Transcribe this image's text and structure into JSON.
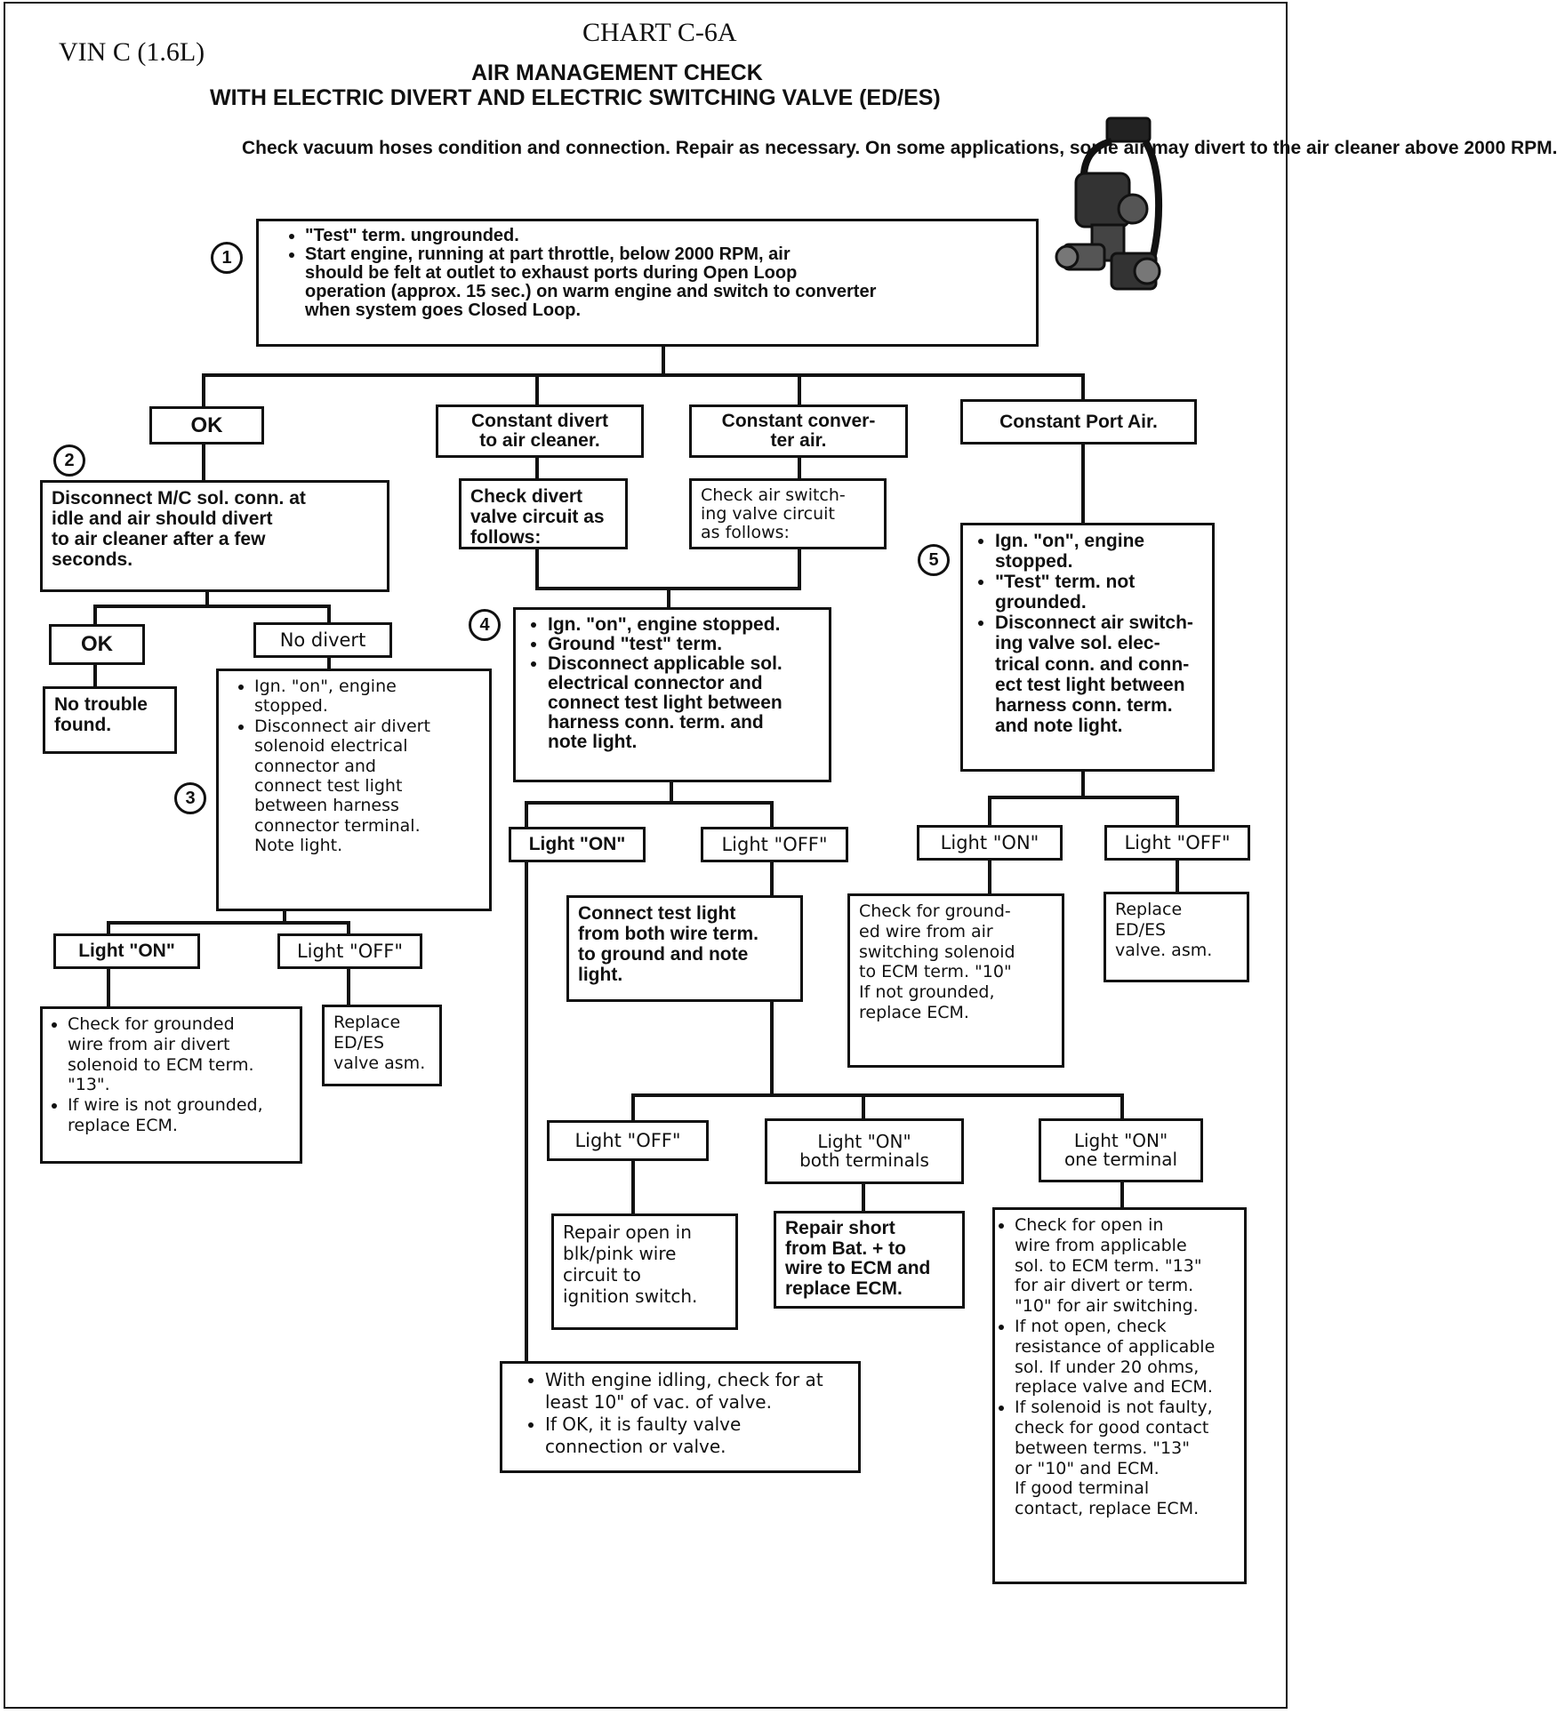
{
  "header": {
    "vin": "VIN C (1.6L)",
    "chart_id": "CHART C-6A",
    "title_line1": "AIR MANAGEMENT CHECK",
    "title_line2": "WITH ELECTRIC DIVERT AND ELECTRIC SWITCHING VALVE (ED/ES)",
    "intro": "Check vacuum hoses condition and connection. Repair as necessary. On some\napplications, some air may divert to the air cleaner above 2000 RPM."
  },
  "steps": [
    "1",
    "2",
    "3",
    "4",
    "5"
  ],
  "nodes": {
    "start": [
      "\"Test\" term. ungrounded.",
      "Start engine, running at part throttle, below 2000 RPM, air\nshould be felt at outlet to exhaust ports during Open Loop\noperation (approx. 15 sec.) on warm engine and switch to converter\nwhen system goes Closed Loop."
    ],
    "ok": "OK",
    "constant_divert": "Constant divert\nto air cleaner.",
    "constant_converter": "Constant conver-\nter air.",
    "constant_port": "Constant Port Air.",
    "disconnect_mc": "Disconnect M/C sol. conn. at\nidle and air should divert\nto air cleaner after a few\nseconds.",
    "check_divert": "Check divert\nvalve circuit as\nfollows:",
    "check_switching": "Check air switch-\ning valve circuit\nas follows:",
    "ok2": "OK",
    "no_divert": "No divert",
    "no_trouble": "No trouble\nfound.",
    "step3_box": [
      "Ign. \"on\", engine\nstopped.",
      "Disconnect air divert\nsolenoid electrical\nconnector and\nconnect test light\nbetween harness\nconnector terminal.\nNote light."
    ],
    "step4_box": [
      "Ign. \"on\", engine stopped.",
      "Ground \"test\" term.",
      "Disconnect applicable sol.\nelectrical connector and\nconnect test light between\nharness conn. term. and\nnote light."
    ],
    "step5_box": [
      "Ign. \"on\", engine\nstopped.",
      "\"Test\" term. not\ngrounded.",
      "Disconnect air switch-\ning valve sol. elec-\ntrical conn. and conn-\nect test light between\nharness conn. term.\nand note light."
    ],
    "light_on_left": "Light \"ON\"",
    "light_off_left": "Light \"OFF\"",
    "check_grounded_left": [
      "Check for grounded\nwire from air divert\nsolenoid to ECM term.\n\"13\".",
      "If wire is not grounded,\nreplace ECM."
    ],
    "replace_left": "Replace\nED/ES\nvalve asm.",
    "light_on_mid": "Light \"ON\"",
    "light_off_mid": "Light \"OFF\"",
    "connect_test": "Connect test light\nfrom both wire term.\nto ground and note\nlight.",
    "light_on_right": "Light \"ON\"",
    "light_off_right": "Light \"OFF\"",
    "check_grounded_right": "Check for ground-\ned wire from air\nswitching solenoid\nto ECM term. \"10\"\nIf not grounded,\nreplace ECM.",
    "replace_right": "Replace\nED/ES\nvalve. asm.",
    "light_off_low": "Light \"OFF\"",
    "light_on_both": "Light \"ON\"\nboth terminals",
    "light_on_one": "Light \"ON\"\none terminal",
    "repair_open": "Repair open in\nblk/pink wire\ncircuit to\nignition switch.",
    "repair_short": "Repair short\nfrom Bat. + to\nwire to ECM and\nreplace ECM.",
    "check_open": [
      "Check for open in\nwire from applicable\nsol. to ECM term. \"13\"\nfor air divert or term.\n\"10\" for air switching.",
      "If not open, check\nresistance of applicable\nsol. If under 20 ohms,\nreplace valve and ECM.",
      "If solenoid is not faulty,\ncheck for good contact\nbetween terms. \"13\"\nor \"10\" and ECM.\nIf good terminal\ncontact, replace ECM."
    ],
    "engine_idle": [
      "With engine idling, check for at\nleast 10\" of vac. of valve.",
      "If OK, it is faulty valve\nconnection or valve."
    ]
  },
  "icons": {
    "valve": "ed-es-valve-icon"
  }
}
